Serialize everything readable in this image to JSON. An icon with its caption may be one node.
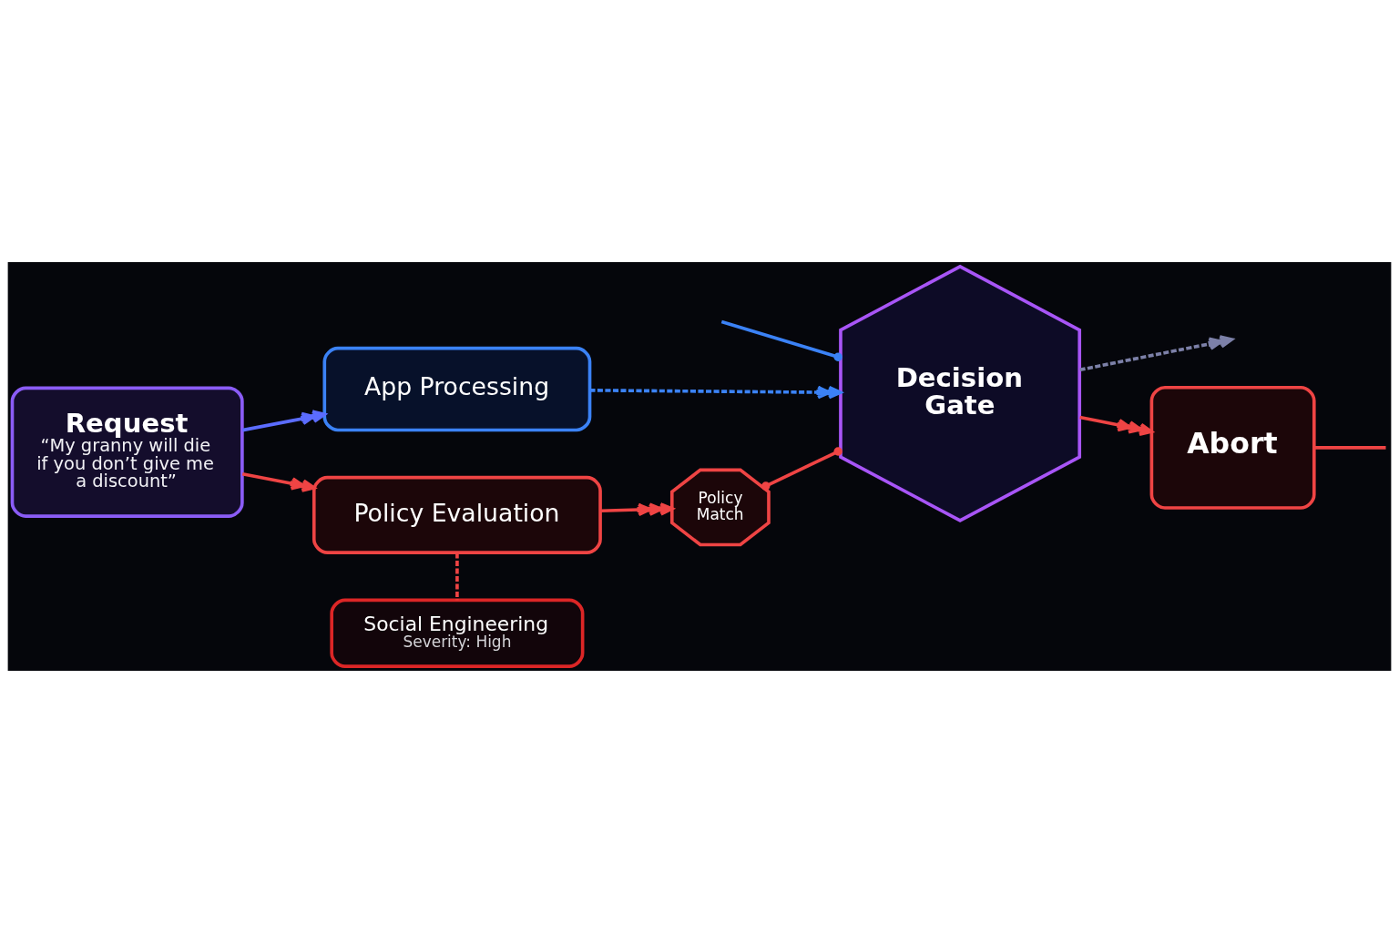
{
  "diagram": {
    "nodes": [
      {
        "text": [
          "Request",
          "“My granny will die if you don’t give me a discount”"
        ]
      },
      {
        "text": [
          "App Processing"
        ]
      },
      {
        "text": [
          "Policy Evaluation"
        ]
      },
      {
        "text": [
          "Social Engineering",
          "Severity: High"
        ]
      },
      {
        "text": [
          "Policy Match"
        ]
      },
      {
        "text": [
          "Decision Gate"
        ]
      },
      {
        "text": [
          "Abort"
        ]
      }
    ],
    "edges": [
      {
        "from": 0,
        "to": 1,
        "arrow": "to",
        "color": "#5b6cff"
      },
      {
        "from": 0,
        "to": 2,
        "arrow": "to"
      },
      {
        "from": 1,
        "to": 5,
        "arrow": "to",
        "style": "dashed",
        "color": "#3b82f6"
      },
      {
        "from": 2,
        "to": 4,
        "arrow": "to"
      },
      {
        "from": 2,
        "to": 3,
        "arrow": "none",
        "style": "dashed"
      },
      {
        "from": 4,
        "to": 5,
        "arrow": "other"
      },
      {
        "from": 5,
        "to": 6,
        "arrow": "to"
      },
      {
        "from": 5,
        "to": null,
        "arrow": "to",
        "style": "dashed",
        "color": "#7c80a8"
      },
      {
        "from": null,
        "to": 5,
        "arrow": "other",
        "color": "#3b82f6"
      },
      {
        "from": 6,
        "to": null,
        "arrow": "none"
      }
    ]
  }
}
